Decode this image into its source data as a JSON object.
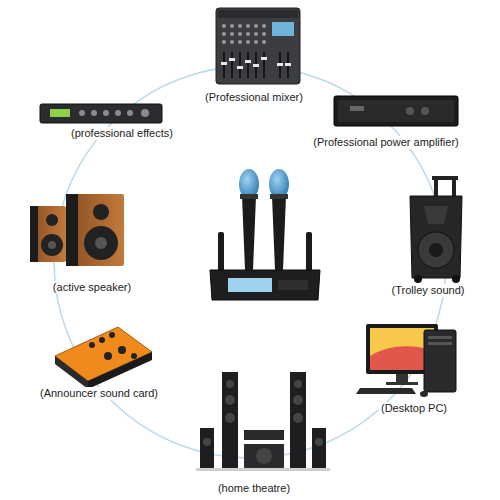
{
  "diagram": {
    "labels": [
      "(Professional mixer)",
      "(professional effects)",
      "(Professional power amplifier)",
      "(active speaker)",
      "(Trolley sound)",
      "(Announcer sound card)",
      "(Desktop PC)",
      "(home theatre)"
    ]
  }
}
